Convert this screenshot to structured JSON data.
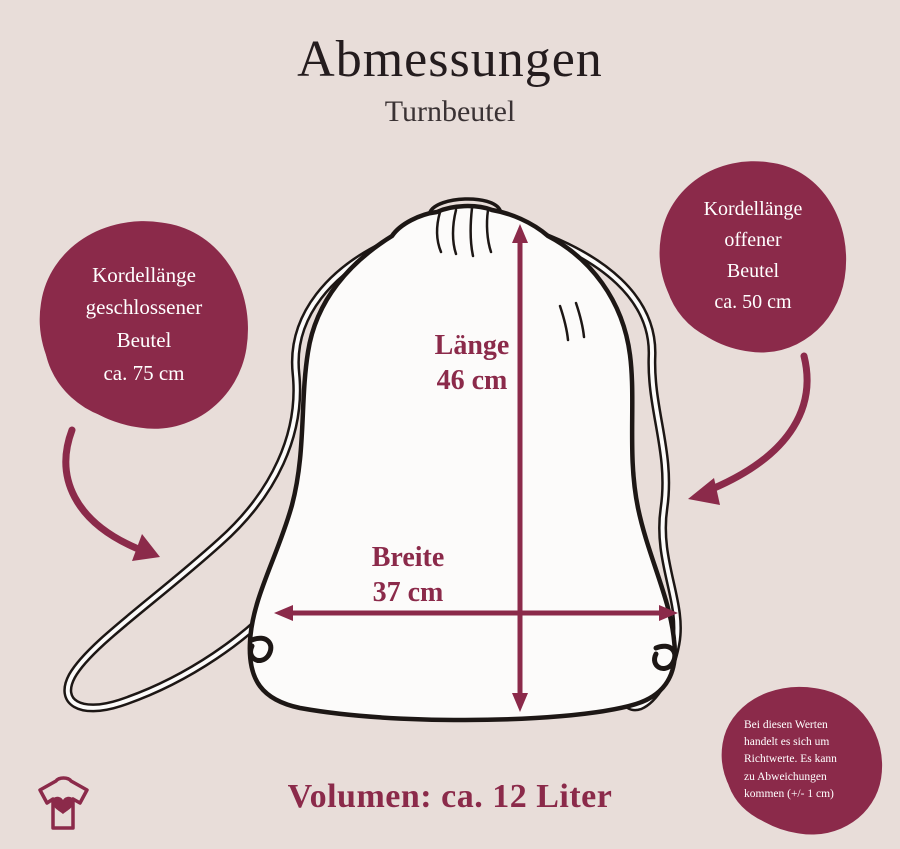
{
  "header": {
    "title": "Abmessungen",
    "subtitle": "Turnbeutel"
  },
  "measurements": {
    "length": {
      "label": "Länge",
      "value": "46 cm"
    },
    "width": {
      "label": "Breite",
      "value": "37 cm"
    }
  },
  "callouts": {
    "closed_cord": {
      "lines": [
        "Kordellänge",
        "geschlossener",
        "Beutel",
        "ca. 75 cm"
      ]
    },
    "open_cord": {
      "lines": [
        "Kordellänge",
        "offener",
        "Beutel",
        "ca. 50 cm"
      ]
    },
    "disclaimer": {
      "lines": [
        "Bei diesen Werten",
        "handelt es sich um",
        "Richtwerte. Es kann",
        "zu Abweichungen",
        "kommen (+/- 1 cm)"
      ]
    }
  },
  "footer": {
    "volume": "Volumen: ca. 12 Liter"
  },
  "colors": {
    "background": "#e8ddd9",
    "accent": "#8b2a4a",
    "ink": "#1d1715"
  }
}
